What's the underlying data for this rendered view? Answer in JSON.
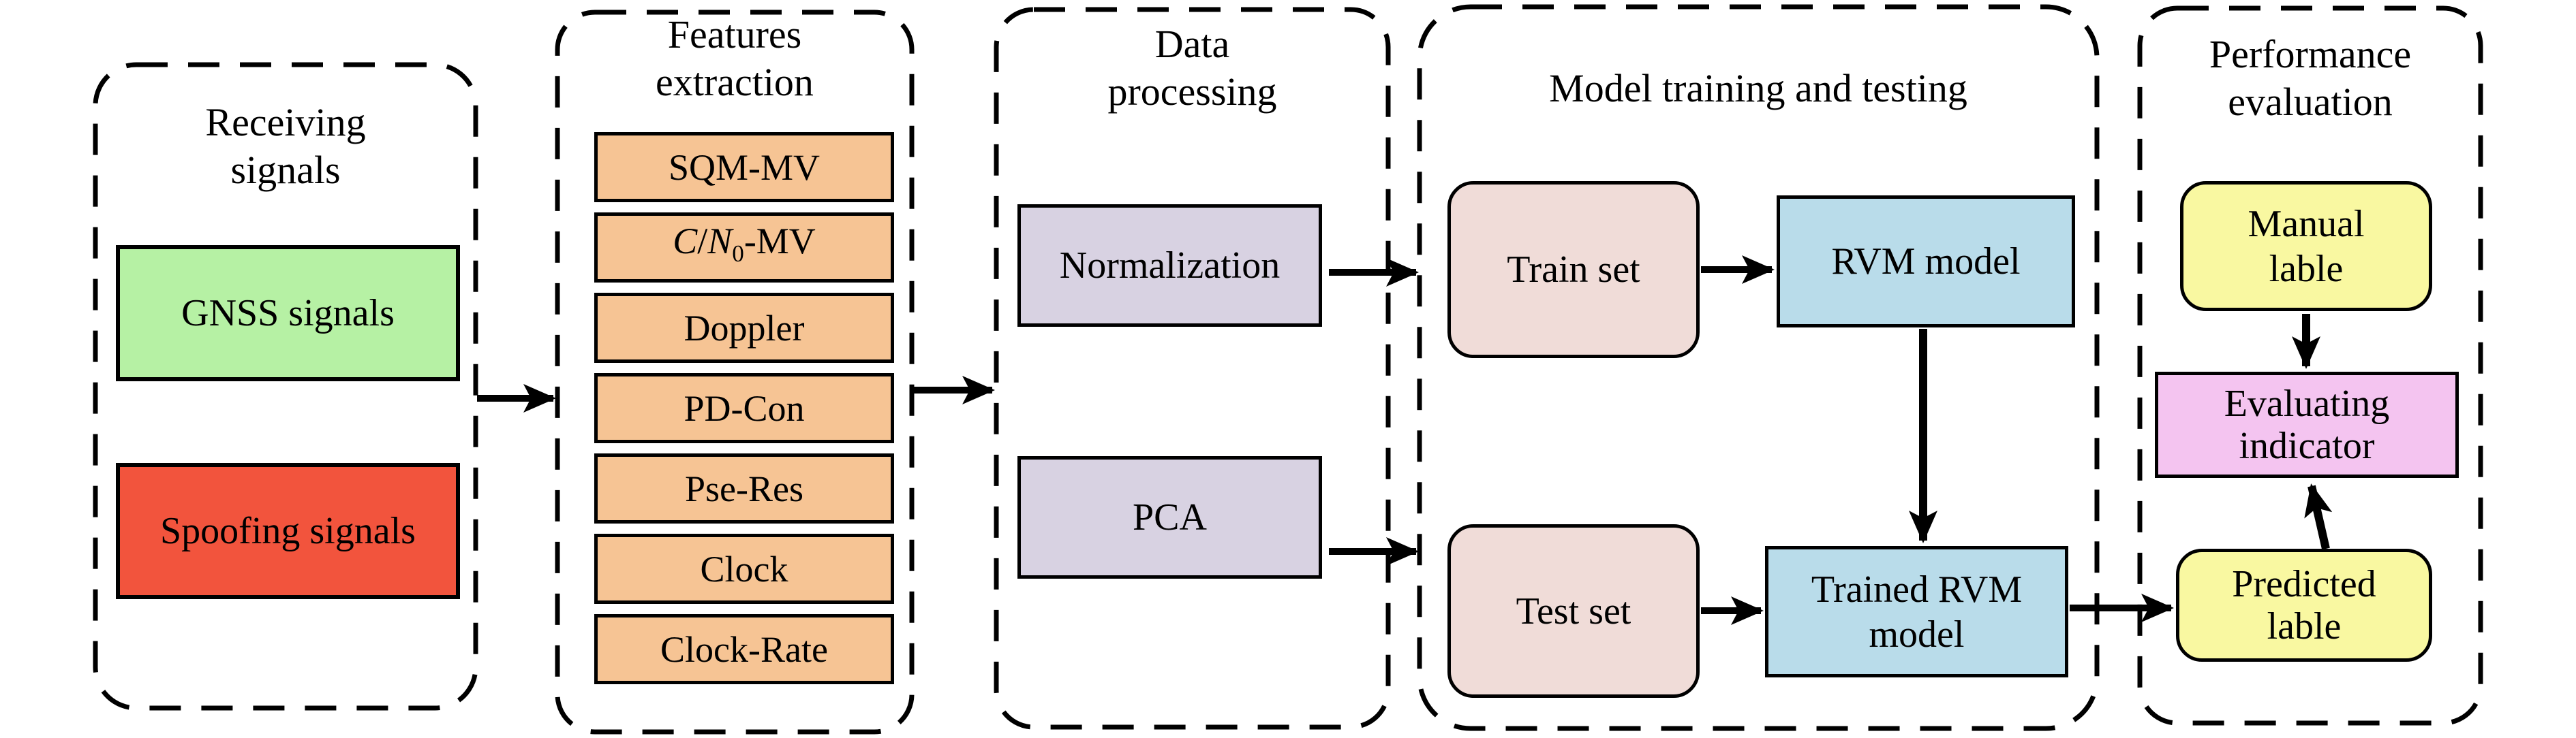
{
  "colors": {
    "green": "#b6f1a4",
    "red": "#f2543d",
    "orange": "#f6c494",
    "lavender": "#d8d2e2",
    "rose": "#f0dcd8",
    "blue": "#b9dcea",
    "yellow": "#f9f8a1",
    "magenta": "#f4c4f0",
    "stroke": "#000000"
  },
  "sections": {
    "receiving": {
      "title_line1": "Receiving",
      "title_line2": "signals"
    },
    "features": {
      "title_line1": "Features",
      "title_line2": "extraction"
    },
    "processing": {
      "title_line1": "Data",
      "title_line2": "processing"
    },
    "training": {
      "title": "Model training and testing"
    },
    "evaluation": {
      "title_line1": "Performance",
      "title_line2": "evaluation"
    }
  },
  "nodes": {
    "gnss": "GNSS signals",
    "spoofing": "Spoofing signals",
    "features": [
      "SQM-MV",
      "C/N0-MV",
      "Doppler",
      "PD-Con",
      "Pse-Res",
      "Clock",
      "Clock-Rate"
    ],
    "cn0_html": "<i>C</i>/<i>N</i><sub>0</sub>-MV",
    "normalization": "Normalization",
    "pca": "PCA",
    "train_set": "Train set",
    "test_set": "Test set",
    "rvm_model": "RVM model",
    "trained_rvm_line1": "Trained RVM",
    "trained_rvm_line2": "model",
    "manual_line1": "Manual",
    "manual_line2": "lable",
    "evaluating_line1": "Evaluating",
    "evaluating_line2": "indicator",
    "predicted_line1": "Predicted",
    "predicted_line2": "lable"
  }
}
